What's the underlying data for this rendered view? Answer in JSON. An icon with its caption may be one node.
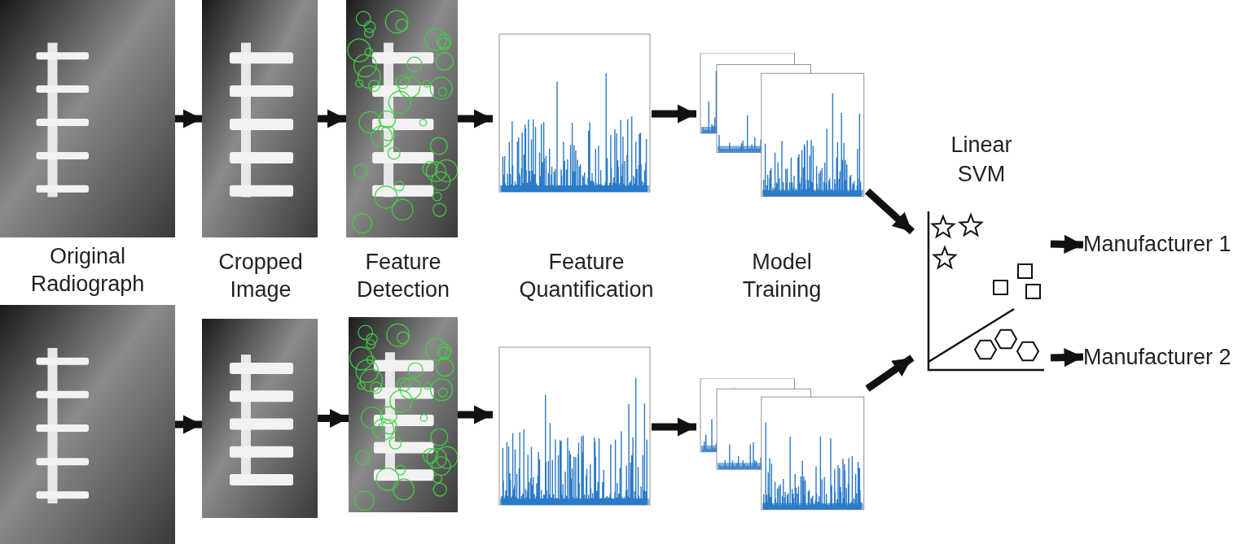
{
  "diagram": {
    "nodes": [
      {
        "text": [],
        "shape": "picture"
      },
      {
        "text": [],
        "shape": "picture"
      },
      {
        "text": [],
        "shape": "picture"
      },
      {
        "text": [],
        "shape": "picture"
      },
      {
        "text": [],
        "shape": "picture"
      },
      {
        "text": [],
        "shape": "picture"
      },
      {
        "text": [],
        "shape": "picture"
      },
      {
        "text": [],
        "shape": "picture"
      },
      {
        "text": [],
        "shape": "picture"
      },
      {
        "text": [],
        "shape": "picture"
      },
      {
        "text": [],
        "shape": "picture",
        "beside": [
          "Linear SVM"
        ]
      },
      {
        "text": [
          "Manufacturer 1"
        ]
      },
      {
        "text": [
          "Manufacturer 2"
        ]
      }
    ],
    "edges": [
      {
        "from": 0,
        "to": 1,
        "arrow": "to"
      },
      {
        "from": 1,
        "to": 2,
        "arrow": "to"
      },
      {
        "from": 2,
        "to": 3,
        "arrow": "to"
      },
      {
        "from": 3,
        "to": 4,
        "arrow": "to"
      },
      {
        "from": 5,
        "to": 6,
        "arrow": "to"
      },
      {
        "from": 6,
        "to": 7,
        "arrow": "to"
      },
      {
        "from": 7,
        "to": 8,
        "arrow": "to"
      },
      {
        "from": 8,
        "to": 9,
        "arrow": "to"
      },
      {
        "from": 4,
        "to": 10,
        "arrow": "to"
      },
      {
        "from": 9,
        "to": 10,
        "arrow": "to"
      },
      {
        "from": 10,
        "to": 11,
        "arrow": "to"
      },
      {
        "from": 10,
        "to": 12,
        "arrow": "to"
      }
    ],
    "labels": [
      "Original Radiograph",
      "Cropped Image",
      "Feature Detection",
      "Feature Quantification",
      "Model Training"
    ]
  }
}
